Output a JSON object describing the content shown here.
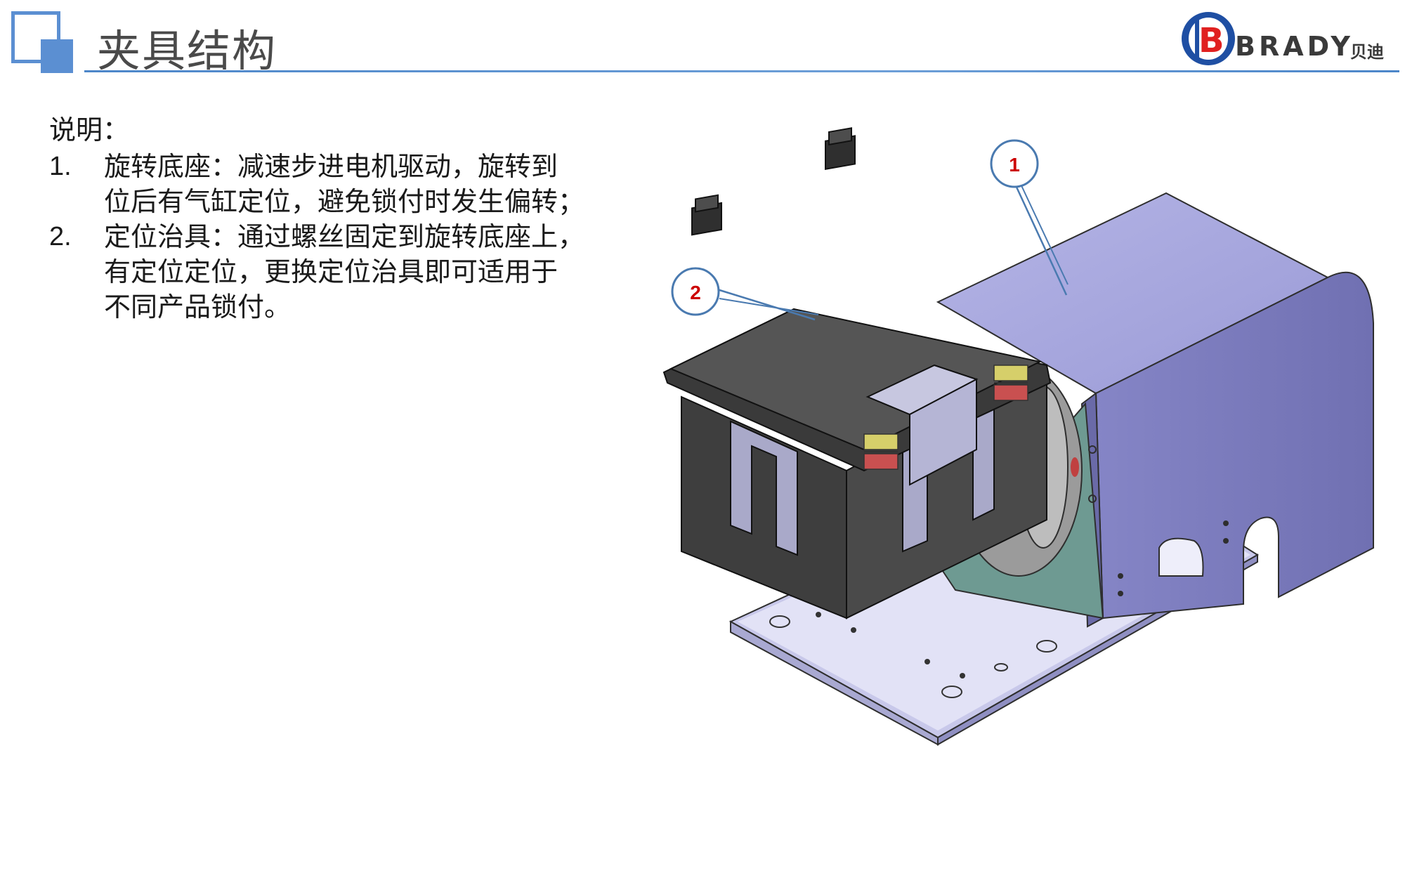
{
  "header": {
    "title": "夹具结构",
    "logo_text": "BRADY",
    "logo_cn": "贝迪",
    "logo_letter": "B"
  },
  "description": {
    "heading": "说明：",
    "items": [
      {
        "num": "1.",
        "lines": [
          "旋转底座：减速步进电机驱动，旋转到",
          "位后有气缸定位，避免锁付时发生偏转；"
        ]
      },
      {
        "num": "2.",
        "lines": [
          "定位治具：通过螺丝固定到旋转底座上，",
          "有定位定位，更换定位治具即可适用于",
          "不同产品锁付。"
        ]
      }
    ]
  },
  "figure": {
    "callouts": [
      {
        "label": "1"
      },
      {
        "label": "2"
      }
    ],
    "colors": {
      "housing": "#a5a5da",
      "housing_side": "#7f7fbf",
      "base": "#dcdcf2",
      "fixture": "#474747",
      "flange": "#6e9a92",
      "callout_text": "#cc0000",
      "callout_border": "#4a7ab0"
    }
  }
}
